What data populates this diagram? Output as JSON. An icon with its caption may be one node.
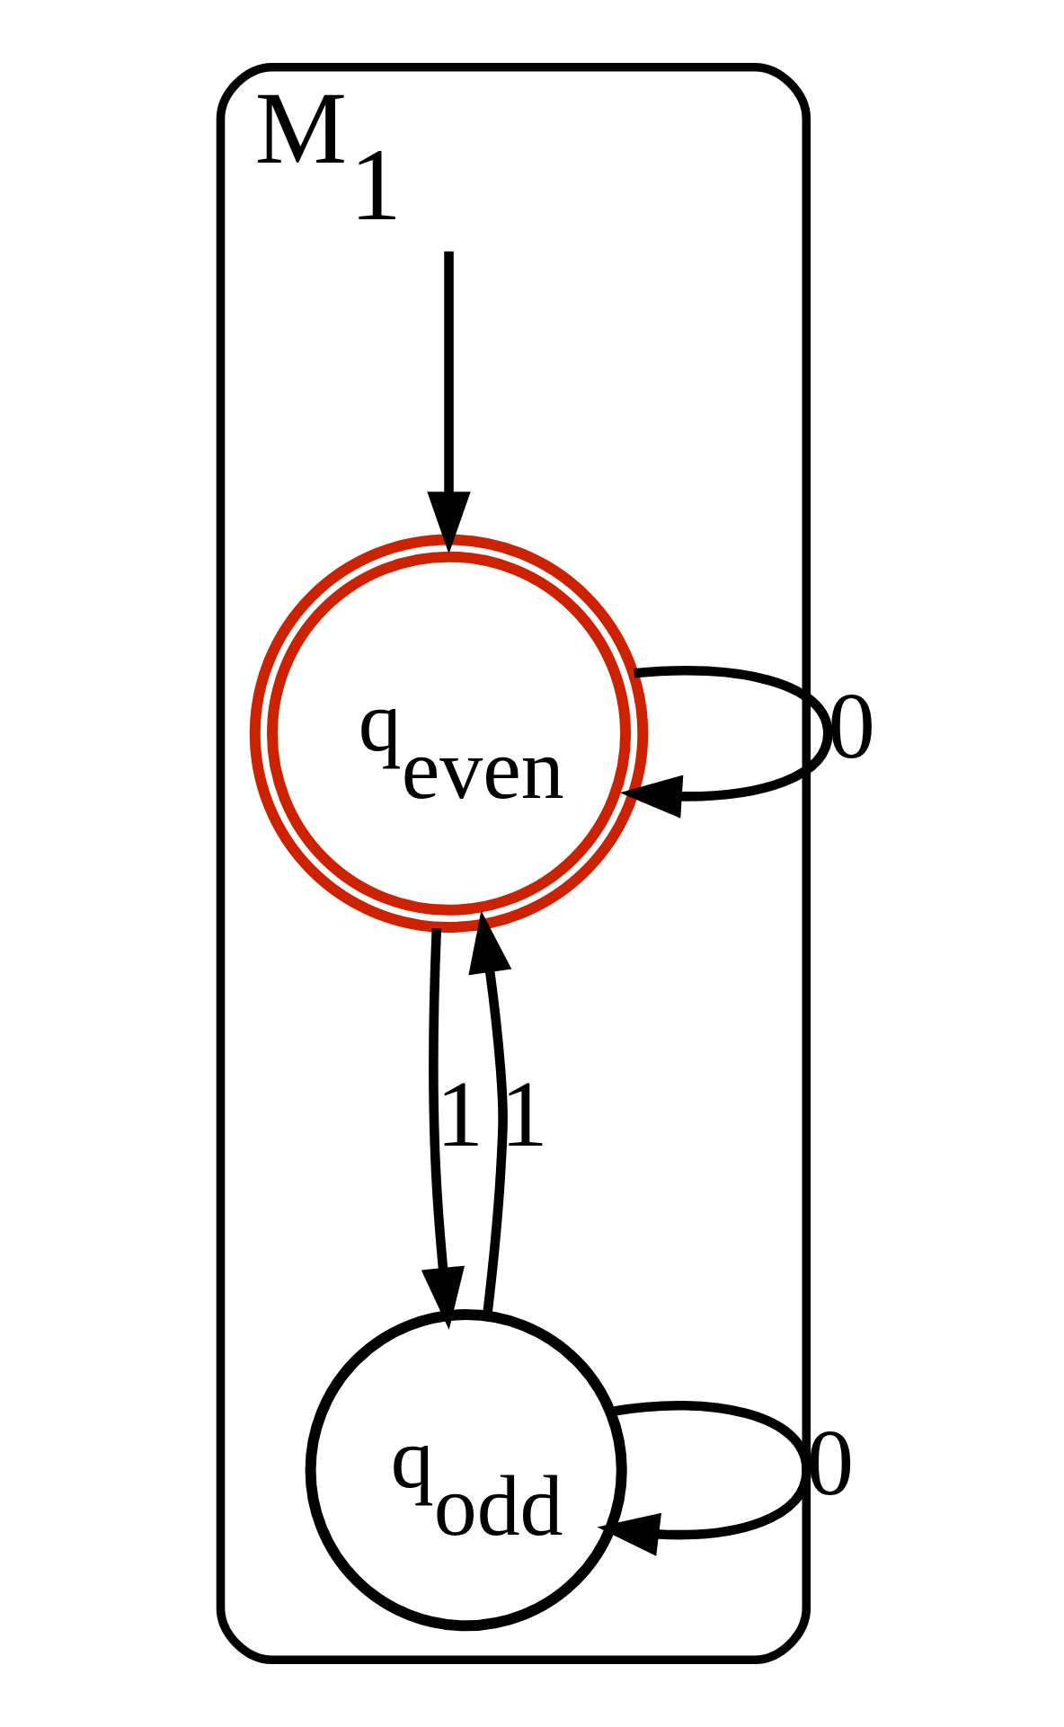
{
  "diagram": {
    "nodes": [
      {
        "text": [
          "M$_{1}$"
        ]
      },
      {
        "text": [
          "q$_{even}$"
        ],
        "in": 0
      },
      {
        "text": [
          "q$_{odd}$"
        ],
        "in": 0
      }
    ],
    "edges": [
      {
        "from": null,
        "to": 1,
        "arrow": "to"
      },
      {
        "from": 1,
        "to": 1,
        "arrow": "to",
        "label": "0"
      },
      {
        "from": 1,
        "to": 2,
        "arrow": "to",
        "label": "1"
      },
      {
        "from": 2,
        "to": 1,
        "arrow": "to",
        "label": "1"
      },
      {
        "from": 2,
        "to": 2,
        "arrow": "to",
        "label": "0"
      }
    ]
  }
}
